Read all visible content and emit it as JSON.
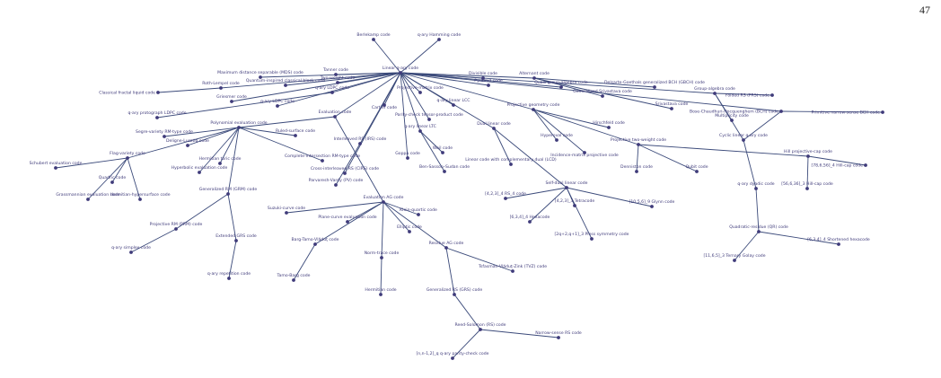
{
  "page_number": "47",
  "caption": "",
  "nodes": [
    {
      "id": "berlekamp",
      "label": "Berlekamp code"
    },
    {
      "id": "qhamming",
      "label": "q-ary Hamming code"
    },
    {
      "id": "linear",
      "label": "Linear q-ary code"
    },
    {
      "id": "mds",
      "label": "Maximum distance separable (MDS) code"
    },
    {
      "id": "tanner",
      "label": "Tanner code"
    },
    {
      "id": "divisible",
      "label": "Divisible code"
    },
    {
      "id": "alternant",
      "label": "Alternant code"
    },
    {
      "id": "fractal",
      "label": "Classical fractal liquid code"
    },
    {
      "id": "roth",
      "label": "Roth-Lempel code"
    },
    {
      "id": "qinspired",
      "label": "Quantum-inspired classical block code"
    },
    {
      "id": "twoweight",
      "label": "Two-weight code"
    },
    {
      "id": "pyramid",
      "label": "Pyramid code"
    },
    {
      "id": "quasigroup",
      "label": "Quasi group-algebra code"
    },
    {
      "id": "gsrivastava",
      "label": "Generalized Srivastava code"
    },
    {
      "id": "gbch",
      "label": "Delsarte-Goethals generalized BCH (GBCH) code"
    },
    {
      "id": "groupalg",
      "label": "Group-algebra code"
    },
    {
      "id": "griesmer",
      "label": "Griesmer code"
    },
    {
      "id": "qldpcl",
      "label": "q-ary LDPC code"
    },
    {
      "id": "qldpcu",
      "label": "q-ary LDPC code"
    },
    {
      "id": "projmat",
      "label": "Projective-matrix code"
    },
    {
      "id": "qlinlcc",
      "label": "q-ary linear LCC"
    },
    {
      "id": "srivastava",
      "label": "Srivastava code"
    },
    {
      "id": "frs",
      "label": "Folded RS (FRS) code"
    },
    {
      "id": "bch",
      "label": "Bose-Chaudhuri-Hocquenghem (BCH) code"
    },
    {
      "id": "primbch",
      "label": "Primitive narrow-sense BCH code"
    },
    {
      "id": "protograph",
      "label": "q-ary protograph LDPC code"
    },
    {
      "id": "evaluation",
      "label": "Evaluation code"
    },
    {
      "id": "cartier",
      "label": "Cartier code"
    },
    {
      "id": "parity",
      "label": "Parity-check tensor-product code"
    },
    {
      "id": "projgeom",
      "label": "Projective geometry code"
    },
    {
      "id": "multiplicity",
      "label": "Multiplicity code"
    },
    {
      "id": "polyeval",
      "label": "Polynomial evaluation code"
    },
    {
      "id": "segre",
      "label": "Segre-variety RM-type code"
    },
    {
      "id": "ruled",
      "label": "Ruled-surface code"
    },
    {
      "id": "qltc",
      "label": "q-ary linear LTC"
    },
    {
      "id": "duallinear",
      "label": "Dual linear code"
    },
    {
      "id": "hirschfeld",
      "label": "Hirschfeld code"
    },
    {
      "id": "cyclic",
      "label": "Cyclic linear q-ary code"
    },
    {
      "id": "deligne",
      "label": "Deligne-Lusztig code"
    },
    {
      "id": "interleaved",
      "label": "Interleaved RS (IRS) code"
    },
    {
      "id": "hyperoval",
      "label": "Hyperoval code"
    },
    {
      "id": "projtwo",
      "label": "Projective two-weight code"
    },
    {
      "id": "flag",
      "label": "Flag-variety code"
    },
    {
      "id": "hermitiantoric",
      "label": "Hermitian toric code"
    },
    {
      "id": "complete",
      "label": "Complete-intersection RM-type code"
    },
    {
      "id": "weilcode",
      "label": "Weil code"
    },
    {
      "id": "incidence",
      "label": "Incidence-matrix projective code"
    },
    {
      "id": "hillcap",
      "label": "Hill projective-cap code"
    },
    {
      "id": "schubert",
      "label": "Schubert evaluation code"
    },
    {
      "id": "hypereval",
      "label": "Hyperbolic evaluation code"
    },
    {
      "id": "lcd",
      "label": "Linear code with complementary dual (LCD)"
    },
    {
      "id": "denniston",
      "label": "Denniston code"
    },
    {
      "id": "qubit",
      "label": "Qubit code"
    },
    {
      "id": "hill12",
      "label": "[78,6,56]_4 Hill-cap code"
    },
    {
      "id": "quadric",
      "label": "Quadric code"
    },
    {
      "id": "cross",
      "label": "Cross-interleaved RS (CIRS) code"
    },
    {
      "id": "goppa",
      "label": "Goppa code"
    },
    {
      "id": "bensasson",
      "label": "Ben-Sasson–Sudan code"
    },
    {
      "id": "grassmannian",
      "label": "Grassmannian evaluation code"
    },
    {
      "id": "hermsurf",
      "label": "Hermitian-hypersurface code"
    },
    {
      "id": "parvaresh",
      "label": "Parvaresh-Vardy (PV) code"
    },
    {
      "id": "selfdual",
      "label": "Self-dual linear code"
    },
    {
      "id": "hill6",
      "label": "[56,6,36]_3 Hill-cap code"
    },
    {
      "id": "grm",
      "label": "Generalized RM (GRM) code"
    },
    {
      "id": "four",
      "label": "[4,2,3]_4 RS_4 code"
    },
    {
      "id": "qdyadic",
      "label": "q-ary dyadic code"
    },
    {
      "id": "suzuki",
      "label": "Suzuki-curve code"
    },
    {
      "id": "evalag",
      "label": "Evaluation AG code"
    },
    {
      "id": "tetracode",
      "label": "[4,2,3]_3 Tetracode"
    },
    {
      "id": "glynn",
      "label": "[10,5,6]_9 Glynn code"
    },
    {
      "id": "klein",
      "label": "Klein-quartic code"
    },
    {
      "id": "hexacode",
      "label": "[6,3,4]_4 Hexacode"
    },
    {
      "id": "planecurve",
      "label": "Plane-curve evaluation code"
    },
    {
      "id": "projrm",
      "label": "Projective RM (PRM) code"
    },
    {
      "id": "elliptic",
      "label": "Elliptic code"
    },
    {
      "id": "qr",
      "label": "Quadratic-residue (QR) code"
    },
    {
      "id": "bargtamo",
      "label": "Barg-Tamo-Vlăduţ code"
    },
    {
      "id": "pless",
      "label": "[2q+2,q+1]_3 Pless symmetry code"
    },
    {
      "id": "extgrs",
      "label": "Extended GRS code"
    },
    {
      "id": "residueag",
      "label": "Residue AG code"
    },
    {
      "id": "fivehex",
      "label": "[6,3,4]_4 Shortened hexacode"
    },
    {
      "id": "qsimplex",
      "label": "q-ary simplex code"
    },
    {
      "id": "normtrace",
      "label": "Norm-trace code"
    },
    {
      "id": "golay",
      "label": "[11,6,5]_3 Ternary Golay code"
    },
    {
      "id": "tamobarg",
      "label": "Tamo-Barg code"
    },
    {
      "id": "tvz",
      "label": "Tsfasman-Vlăduţ-Zink (TVZ) code"
    },
    {
      "id": "qrepetition",
      "label": "q-ary repetition code"
    },
    {
      "id": "hermitian",
      "label": "Hermitian code"
    },
    {
      "id": "grs",
      "label": "Generalized RS (GRS) code"
    },
    {
      "id": "rs",
      "label": "Reed-Solomon (RS) code"
    },
    {
      "id": "narrowrs",
      "label": "Narrow-sense RS code"
    },
    {
      "id": "paritycheck",
      "label": "[n,n-1,2]_q q-ary parity-check code"
    }
  ],
  "edges": [
    [
      "linear",
      "berlekamp"
    ],
    [
      "linear",
      "qhamming"
    ],
    [
      "linear",
      "mds"
    ],
    [
      "linear",
      "tanner"
    ],
    [
      "linear",
      "divisible"
    ],
    [
      "linear",
      "alternant"
    ],
    [
      "linear",
      "roth"
    ],
    [
      "linear",
      "qinspired"
    ],
    [
      "linear",
      "twoweight"
    ],
    [
      "linear",
      "pyramid"
    ],
    [
      "linear",
      "quasigroup"
    ],
    [
      "linear",
      "griesmer"
    ],
    [
      "linear",
      "qldpcl"
    ],
    [
      "linear",
      "qldpcu"
    ],
    [
      "linear",
      "projmat"
    ],
    [
      "linear",
      "qlinlcc"
    ],
    [
      "linear",
      "evaluation"
    ],
    [
      "linear",
      "cartier"
    ],
    [
      "linear",
      "parity"
    ],
    [
      "linear",
      "projgeom"
    ],
    [
      "linear",
      "duallinear"
    ],
    [
      "linear",
      "groupalg"
    ],
    [
      "linear",
      "bch"
    ],
    [
      "linear",
      "interleaved"
    ],
    [
      "linear",
      "cross"
    ],
    [
      "linear",
      "goppa"
    ],
    [
      "linear",
      "qltc"
    ],
    [
      "roth",
      "fractal"
    ],
    [
      "qldpcl",
      "protograph"
    ],
    [
      "alternant",
      "gsrivastava"
    ],
    [
      "alternant",
      "gbch"
    ],
    [
      "alternant",
      "srivastava"
    ],
    [
      "groupalg",
      "frs"
    ],
    [
      "groupalg",
      "multiplicity"
    ],
    [
      "groupalg",
      "cyclic"
    ],
    [
      "bch",
      "primbch"
    ],
    [
      "bch",
      "cyclic"
    ],
    [
      "evaluation",
      "polyeval"
    ],
    [
      "evaluation",
      "evalag"
    ],
    [
      "polyeval",
      "segre"
    ],
    [
      "polyeval",
      "ruled"
    ],
    [
      "polyeval",
      "deligne"
    ],
    [
      "polyeval",
      "flag"
    ],
    [
      "polyeval",
      "hermitiantoric"
    ],
    [
      "polyeval",
      "complete"
    ],
    [
      "polyeval",
      "hypereval"
    ],
    [
      "polyeval",
      "grm"
    ],
    [
      "flag",
      "schubert"
    ],
    [
      "flag",
      "quadric"
    ],
    [
      "flag",
      "grassmannian"
    ],
    [
      "flag",
      "hermsurf"
    ],
    [
      "grm",
      "projrm"
    ],
    [
      "grm",
      "extgrs"
    ],
    [
      "projrm",
      "qsimplex"
    ],
    [
      "extgrs",
      "qrepetition"
    ],
    [
      "projgeom",
      "hirschfeld"
    ],
    [
      "projgeom",
      "hyperoval"
    ],
    [
      "projgeom",
      "projtwo"
    ],
    [
      "projgeom",
      "incidence"
    ],
    [
      "projtwo",
      "denniston"
    ],
    [
      "projtwo",
      "qubit"
    ],
    [
      "projtwo",
      "hillcap"
    ],
    [
      "hillcap",
      "hill12"
    ],
    [
      "hillcap",
      "hill6"
    ],
    [
      "qltc",
      "weilcode"
    ],
    [
      "qltc",
      "bensasson"
    ],
    [
      "duallinear",
      "lcd"
    ],
    [
      "duallinear",
      "selfdual"
    ],
    [
      "selfdual",
      "four"
    ],
    [
      "selfdual",
      "tetracode"
    ],
    [
      "selfdual",
      "glynn"
    ],
    [
      "selfdual",
      "hexacode"
    ],
    [
      "selfdual",
      "pless"
    ],
    [
      "cyclic",
      "qdyadic"
    ],
    [
      "qdyadic",
      "qr"
    ],
    [
      "qr",
      "fivehex"
    ],
    [
      "qr",
      "golay"
    ],
    [
      "interleaved",
      "parvaresh"
    ],
    [
      "evalag",
      "suzuki"
    ],
    [
      "evalag",
      "klein"
    ],
    [
      "evalag",
      "planecurve"
    ],
    [
      "evalag",
      "elliptic"
    ],
    [
      "evalag",
      "bargtamo"
    ],
    [
      "evalag",
      "normtrace"
    ],
    [
      "evalag",
      "residueag"
    ],
    [
      "bargtamo",
      "tamobarg"
    ],
    [
      "normtrace",
      "hermitian"
    ],
    [
      "residueag",
      "tvz"
    ],
    [
      "residueag",
      "grs"
    ],
    [
      "grs",
      "rs"
    ],
    [
      "rs",
      "narrowrs"
    ],
    [
      "rs",
      "paritycheck"
    ]
  ]
}
